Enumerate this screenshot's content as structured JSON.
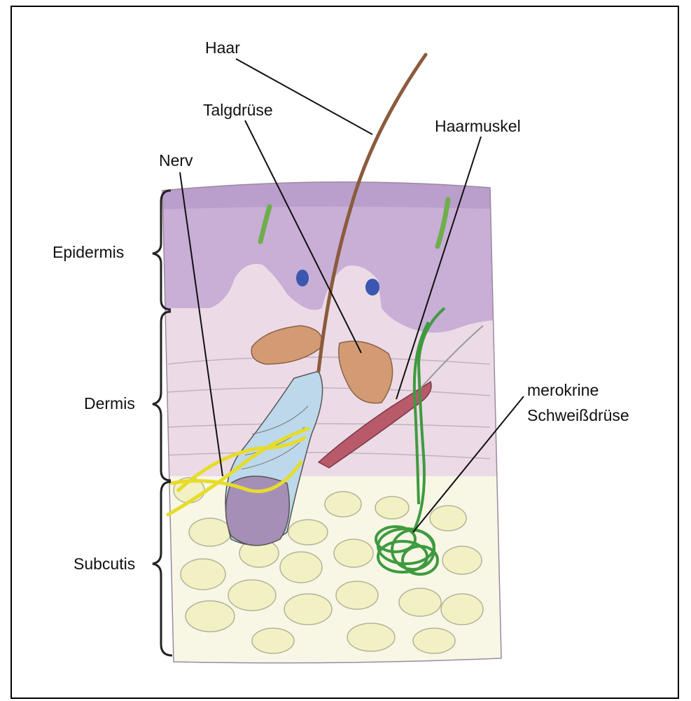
{
  "labels": {
    "hair": "Haar",
    "sebaceous_gland": "Talgdrüse",
    "hair_muscle": "Haarmuskel",
    "nerve": "Nerv",
    "sweat_gland_line1": "merokrine",
    "sweat_gland_line2": "Schweißdrüse",
    "epidermis": "Epidermis",
    "dermis": "Dermis",
    "subcutis": "Subcutis"
  },
  "colors": {
    "epidermis": "#c9aed6",
    "epidermis_dark": "#a887bf",
    "dermis": "#ecdbe6",
    "subcutis_fat": "#f2f1c4",
    "hair": "#8a5b3c",
    "sebaceous": "#d39b73",
    "muscle": "#b85a6a",
    "nerve": "#e6dc2a",
    "sweat": "#3f9a3f",
    "sheath_blue": "#bcd8ea",
    "blood_vessel": "#3a58b0",
    "bulb": "#a58fb6"
  }
}
